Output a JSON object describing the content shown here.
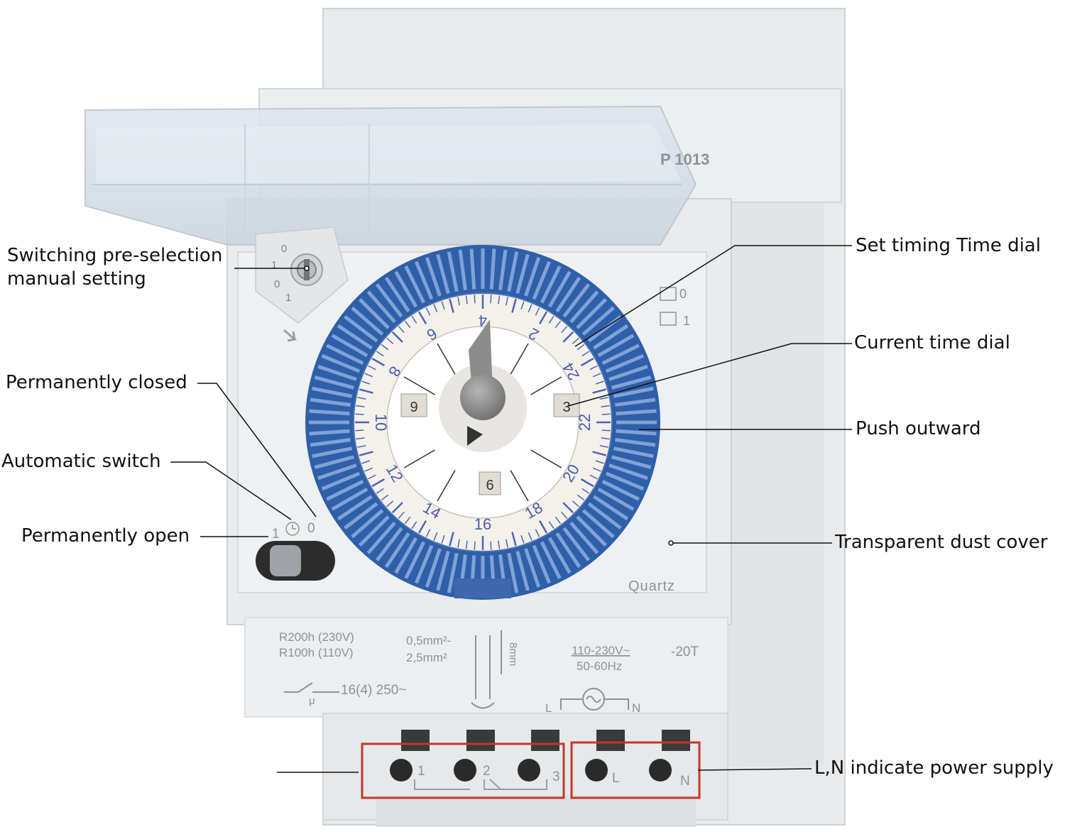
{
  "callouts": {
    "switching_preselection": "Switching pre-selection\nmanual setting",
    "permanently_closed": "Permanently closed",
    "automatic_switch": "Automatic switch",
    "permanently_open": "Permanently open",
    "set_timing": "Set timing Time dial",
    "current_time": "Current time dial",
    "push_outward": "Push outward",
    "dust_cover": "Transparent dust cover",
    "power_supply": "L,N indicate power supply"
  },
  "device": {
    "model": "P 1013",
    "brand": "Quartz",
    "spec_reserve_1": "R200h (230V)",
    "spec_reserve_2": "R100h (110V)",
    "spec_wire_1": "0,5mm²-",
    "spec_wire_2": "2,5mm²",
    "spec_strip": "8mm",
    "spec_voltage": "110-230V~",
    "spec_freq": "50-60Hz",
    "spec_temp": "-20T",
    "spec_contact": "16(4) 250~",
    "spec_mu": "μ",
    "supply_l": "L",
    "supply_n": "N",
    "terminals": [
      "1",
      "2",
      "3",
      "L",
      "N"
    ],
    "selector_positions": [
      "0",
      "1",
      "0",
      "1"
    ],
    "switch_positions": [
      "1",
      "0"
    ],
    "cover_legend": [
      "0",
      "1"
    ],
    "dial_hours": [
      "2",
      "4",
      "6",
      "8",
      "10",
      "12",
      "14",
      "16",
      "18",
      "20",
      "22",
      "24"
    ],
    "inner_dial_numbers": [
      "9",
      "3",
      "6"
    ]
  }
}
